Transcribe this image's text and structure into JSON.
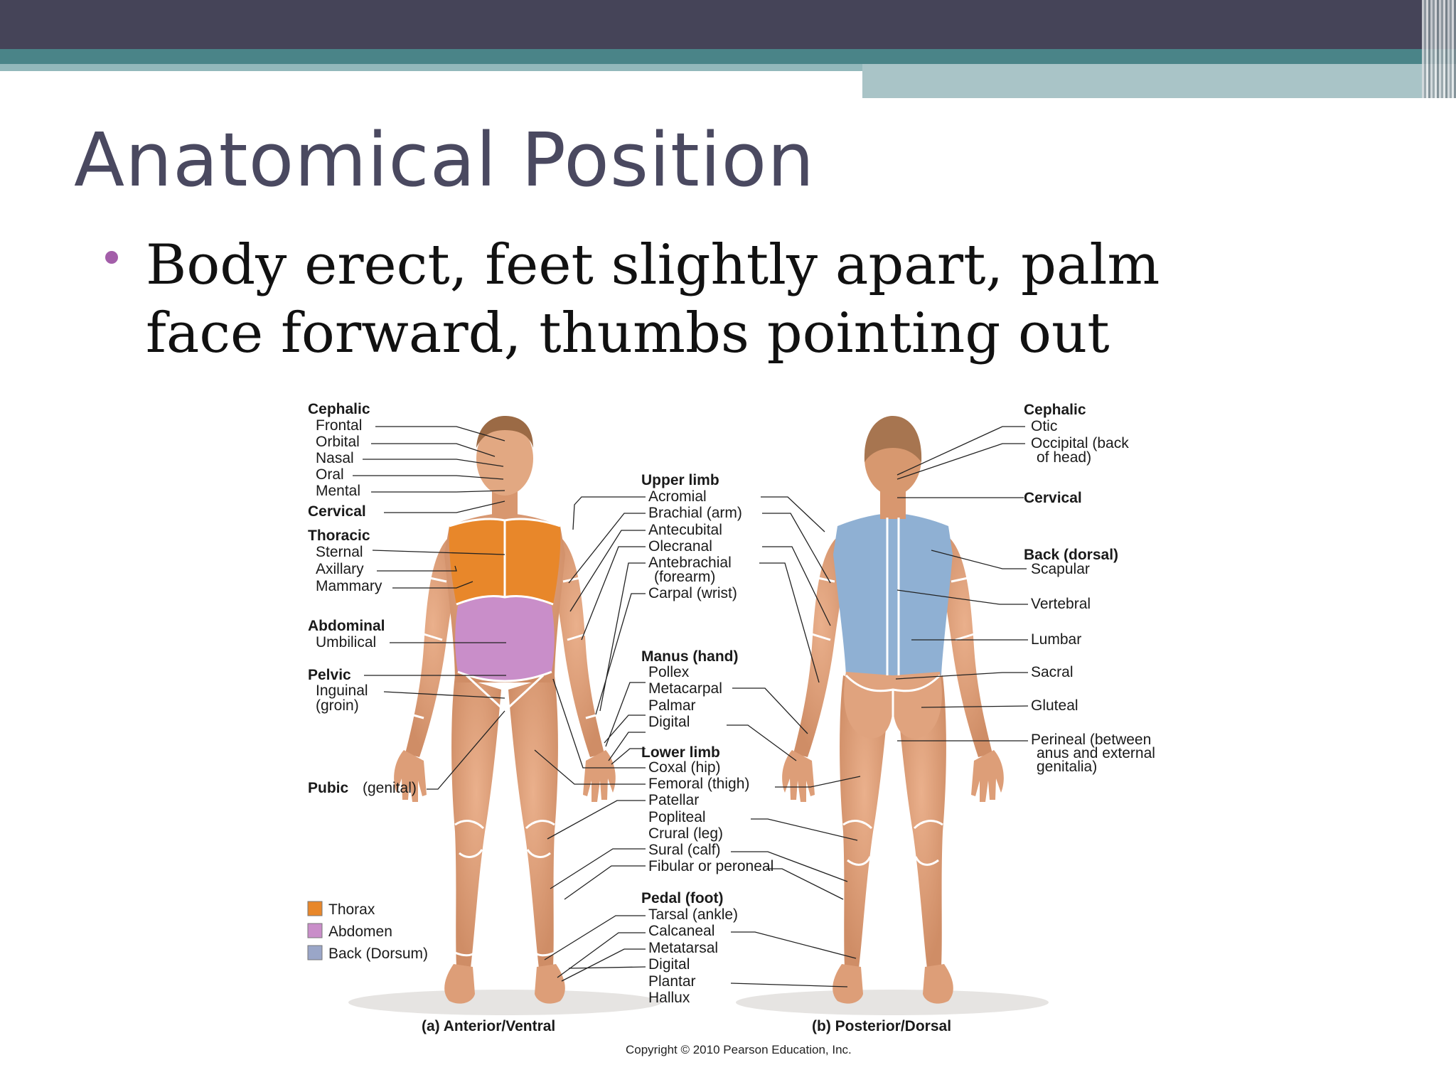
{
  "slide": {
    "title": "Anatomical Position",
    "bullet": "Body erect, feet slightly apart, palm face forward, thumbs pointing out",
    "bullet_color": "#a35ea9",
    "title_color": "#4a4960",
    "header_colors": {
      "dark": "#454458",
      "teal": "#4a8488",
      "light": "#a9c4c7"
    }
  },
  "figure": {
    "anterior_caption": "(a) Anterior/Ventral",
    "posterior_caption": "(b) Posterior/Dorsal",
    "copyright": "Copyright © 2010 Pearson Education, Inc.",
    "left_labels": {
      "cephalic": "Cephalic",
      "frontal": "Frontal",
      "orbital": "Orbital",
      "nasal": "Nasal",
      "oral": "Oral",
      "mental": "Mental",
      "cervical": "Cervical",
      "thoracic": "Thoracic",
      "sternal": "Sternal",
      "axillary": "Axillary",
      "mammary": "Mammary",
      "abdominal": "Abdominal",
      "umbilical": "Umbilical",
      "pelvic": "Pelvic",
      "inguinal": "Inguinal",
      "groin": "(groin)",
      "pubic": "Pubic",
      "genital": "(genital)"
    },
    "middle_labels": {
      "upper_limb": "Upper limb",
      "acromial": "Acromial",
      "brachial": "Brachial (arm)",
      "antecubital": "Antecubital",
      "olecranal": "Olecranal",
      "antebrachial": "Antebrachial",
      "forearm": "(forearm)",
      "carpal": "Carpal (wrist)",
      "manus": "Manus (hand)",
      "pollex": "Pollex",
      "metacarpal": "Metacarpal",
      "palmar": "Palmar",
      "digital_hand": "Digital",
      "lower_limb": "Lower limb",
      "coxal": "Coxal (hip)",
      "femoral": "Femoral (thigh)",
      "patellar": "Patellar",
      "popliteal": "Popliteal",
      "crural": "Crural (leg)",
      "sural": "Sural (calf)",
      "fibular": "Fibular or peroneal",
      "pedal": "Pedal (foot)",
      "tarsal": "Tarsal (ankle)",
      "calcaneal": "Calcaneal",
      "metatarsal": "Metatarsal",
      "digital_foot": "Digital",
      "plantar": "Plantar",
      "hallux": "Hallux"
    },
    "right_labels": {
      "cephalic": "Cephalic",
      "otic": "Otic",
      "occipital": "Occipital (back",
      "of_head": "of head)",
      "cervical": "Cervical",
      "back": "Back (dorsal)",
      "scapular": "Scapular",
      "vertebral": "Vertebral",
      "lumbar": "Lumbar",
      "sacral": "Sacral",
      "gluteal": "Gluteal",
      "perineal1": "Perineal (between",
      "perineal2": "anus and external",
      "perineal3": "genitalia)"
    },
    "legend": [
      {
        "label": "Thorax",
        "color": "#e8872a"
      },
      {
        "label": "Abdomen",
        "color": "#c98ec9"
      },
      {
        "label": "Back (Dorsum)",
        "color": "#9aa6c8"
      }
    ],
    "body_colors": {
      "skin": "#e3a47f",
      "skin_shadow": "#c98460",
      "hair": "#9b6a45",
      "back": "#8fb0d3"
    }
  }
}
